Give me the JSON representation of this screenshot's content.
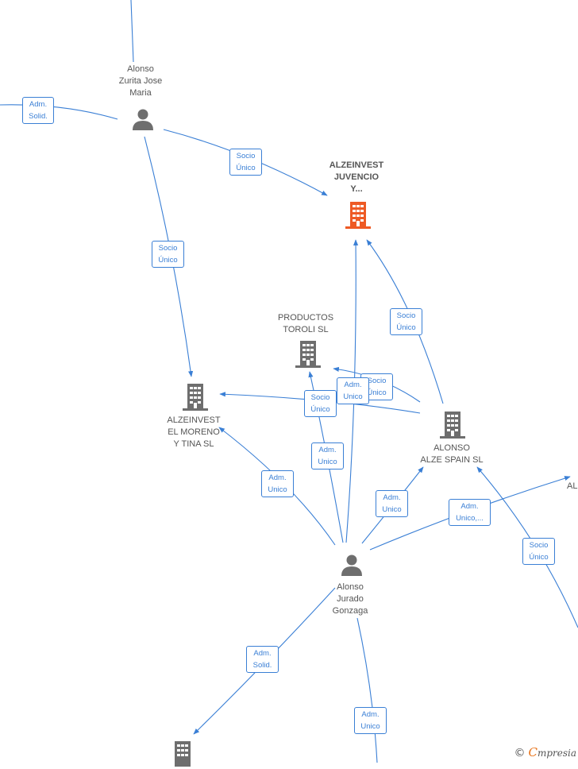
{
  "colors": {
    "edge": "#3a7fd5",
    "company": "#6e6e6e",
    "company_highlight": "#ee5a24",
    "person": "#6e6e6e"
  },
  "nodes": {
    "alonso_zurita": {
      "label": "Alonso\nZurita Jose\nMaria",
      "icon": "person-icon"
    },
    "alzeinvest_juvencio": {
      "label": "ALZEINVEST\nJUVENCIO\nY...",
      "icon": "building-icon"
    },
    "productos_toroli": {
      "label": "PRODUCTOS\nTOROLI  SL",
      "icon": "building-icon"
    },
    "alzeinvest_moreno": {
      "label": "ALZEINVEST\nEL MORENO\nY TINA  SL",
      "icon": "building-icon"
    },
    "alonso_alze": {
      "label": "ALONSO\nALZE SPAIN  SL",
      "icon": "building-icon"
    },
    "alonso_jurado": {
      "label": "Alonso\nJurado\nGonzaga",
      "icon": "person-icon"
    },
    "offscreen_right": {
      "label": "AL"
    }
  },
  "edge_labels": [
    "Adm.\nSolid.",
    "Socio\nÚnico",
    "Socio\nÚnico",
    "Socio\nÚnico",
    "Socio\nÚnico",
    "Socio\nÚnico",
    "Adm.\nUnico",
    "Adm.\nUnico",
    "Adm.\nUnico",
    "Adm.\nUnico",
    "Adm.\nUnico,...",
    "Socio\nÚnico",
    "Adm.\nSolid.",
    "Adm.\nUnico"
  ],
  "brand": {
    "copyright": "©",
    "name": "mpresia",
    "initial": "C"
  }
}
